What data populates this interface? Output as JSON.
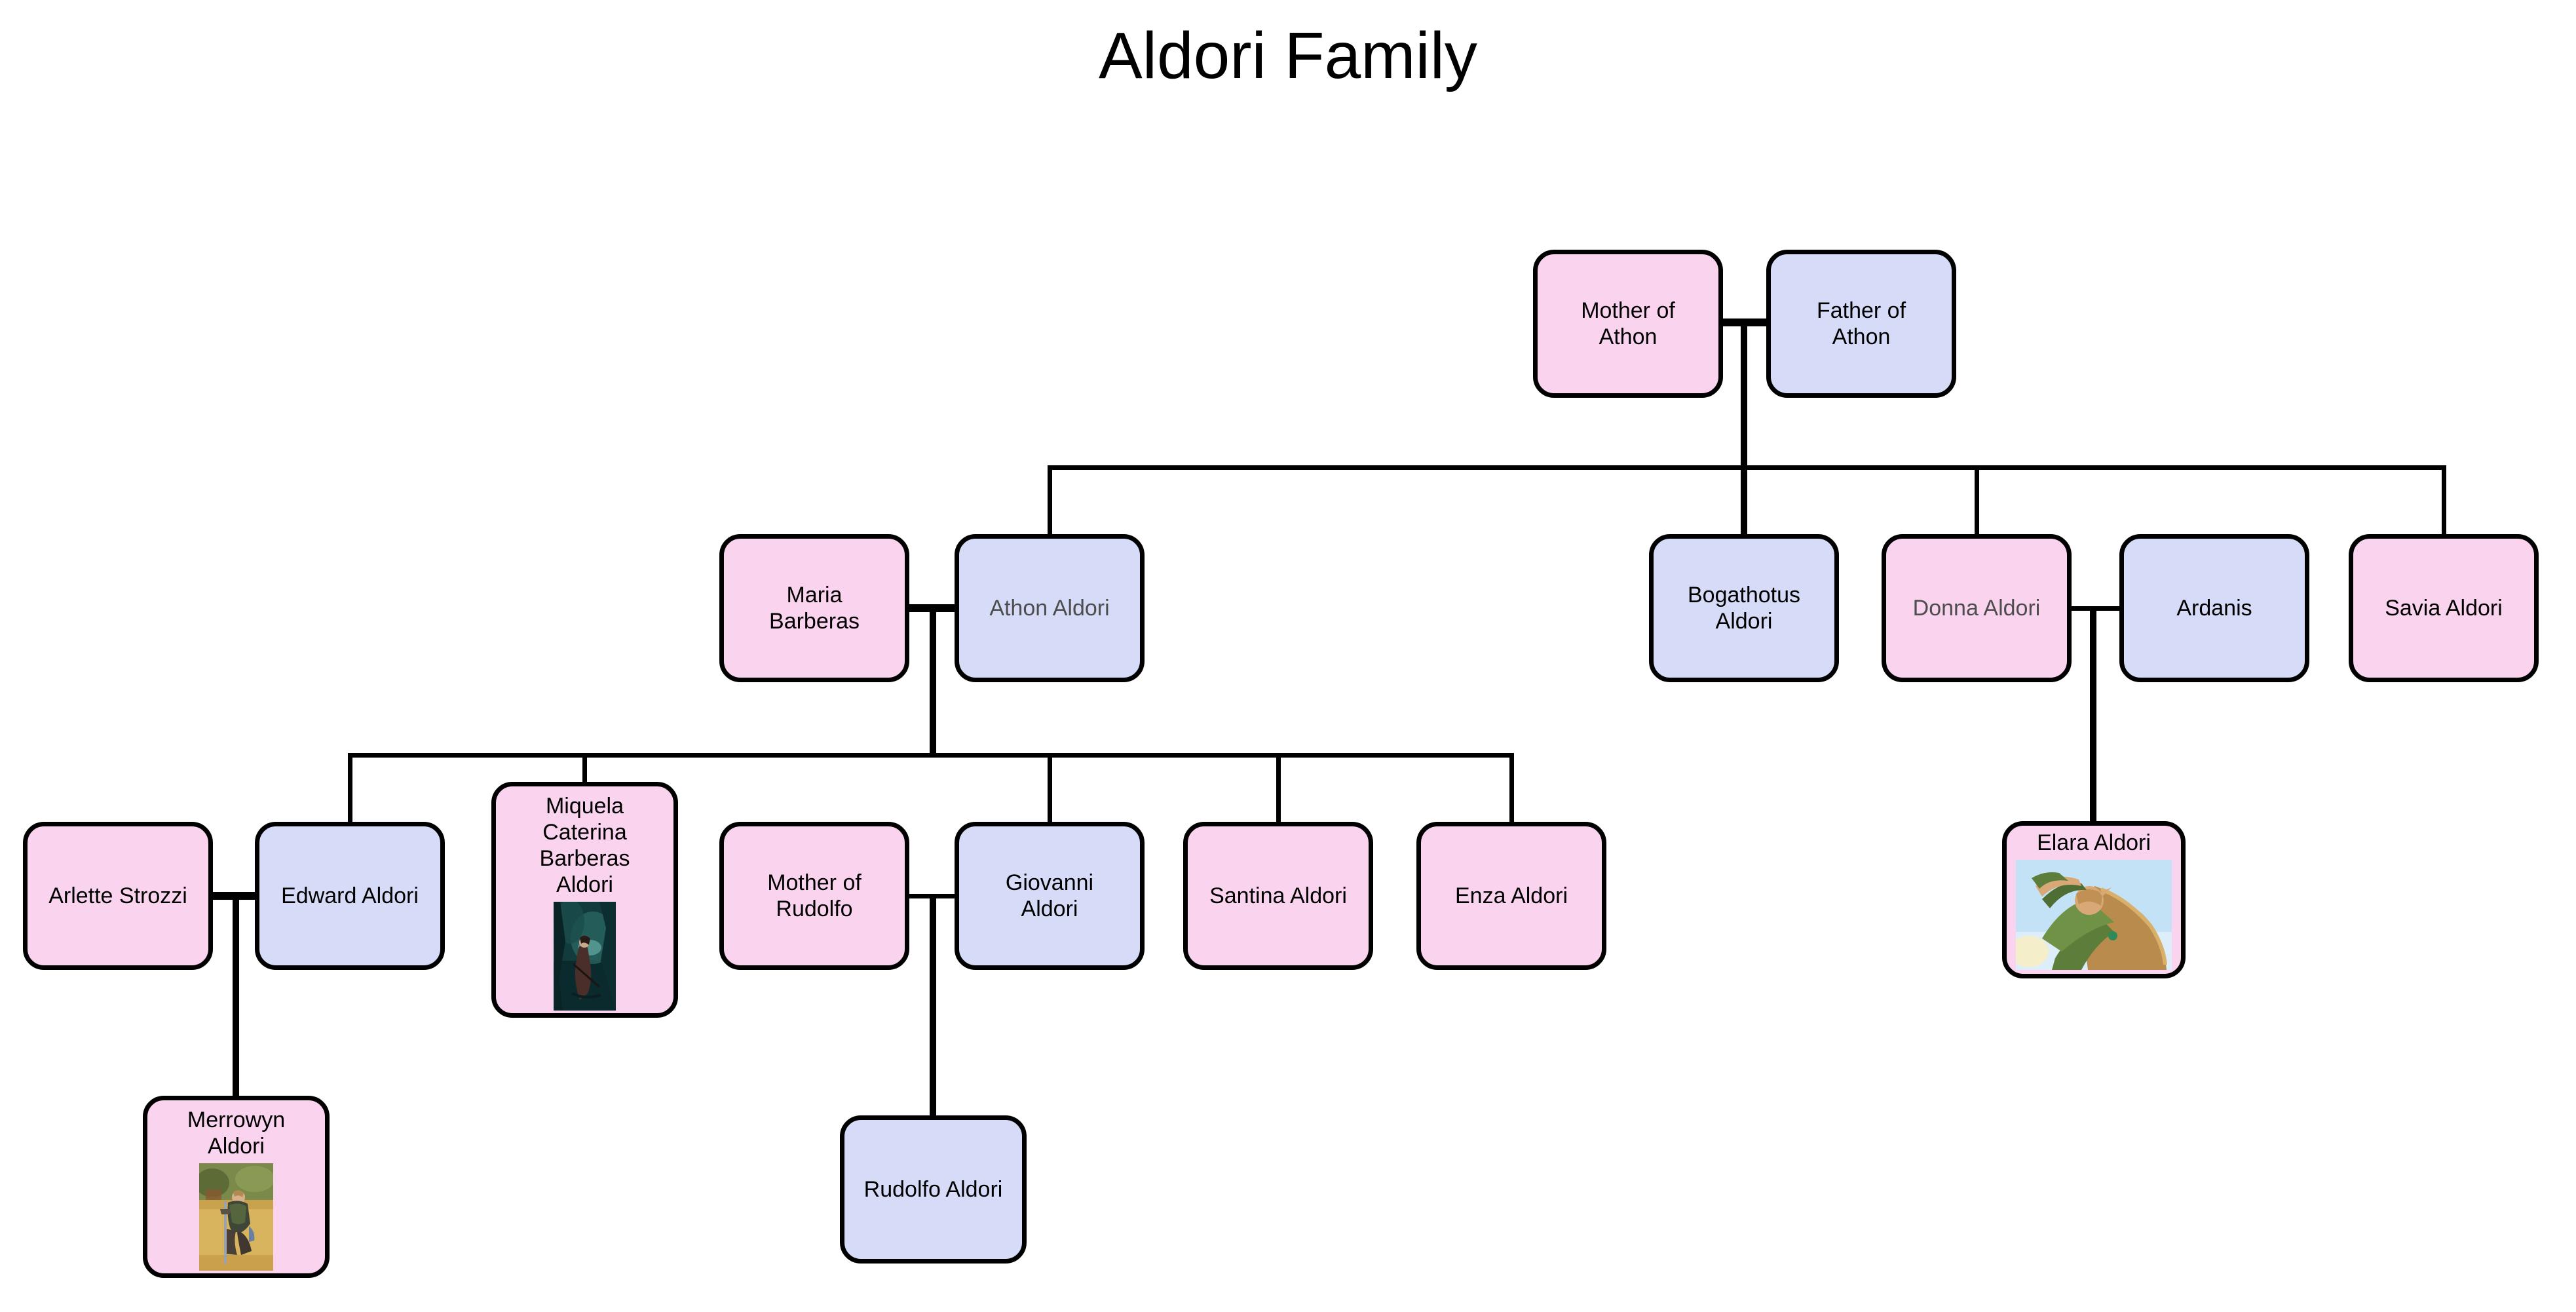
{
  "title": "Aldori Family",
  "legend": {
    "female_box_color": "#fad4ee",
    "male_box_color": "#d6dcf8",
    "border_color": "#000000",
    "default_name_color": "#000000",
    "dimmed_name_color": "#4d4d4d"
  },
  "people": [
    {
      "name": "Mother of\nAthon",
      "fill": "pink",
      "name_color": "black"
    },
    {
      "name": "Father of\nAthon",
      "fill": "blue",
      "name_color": "black"
    },
    {
      "name": "Maria\nBarberas",
      "fill": "pink",
      "name_color": "black"
    },
    {
      "name": "Athon Aldori",
      "fill": "blue",
      "name_color": "gray"
    },
    {
      "name": "Bogathotus\nAldori",
      "fill": "blue",
      "name_color": "black"
    },
    {
      "name": "Donna Aldori",
      "fill": "pink",
      "name_color": "gray"
    },
    {
      "name": "Ardanis",
      "fill": "blue",
      "name_color": "black"
    },
    {
      "name": "Savia Aldori",
      "fill": "pink",
      "name_color": "black"
    },
    {
      "name": "Arlette Strozzi",
      "fill": "pink",
      "name_color": "black"
    },
    {
      "name": "Edward Aldori",
      "fill": "blue",
      "name_color": "black"
    },
    {
      "name": "Miquela\nCaterina\nBarberas\nAldori",
      "fill": "pink",
      "name_color": "black",
      "portrait": "archer-in-dark-forest-artwork"
    },
    {
      "name": "Mother of\nRudolfo",
      "fill": "pink",
      "name_color": "black"
    },
    {
      "name": "Giovanni\nAldori",
      "fill": "blue",
      "name_color": "black"
    },
    {
      "name": "Santina Aldori",
      "fill": "pink",
      "name_color": "black"
    },
    {
      "name": "Enza Aldori",
      "fill": "pink",
      "name_color": "black"
    },
    {
      "name": "Elara Aldori",
      "fill": "pink",
      "name_color": "black",
      "portrait": "elf-woman-green-cloak-artwork"
    },
    {
      "name": "Merrowyn\nAldori",
      "fill": "pink",
      "name_color": "black",
      "portrait": "kneeling-knight-with-sword-photo"
    },
    {
      "name": "Rudolfo Aldori",
      "fill": "blue",
      "name_color": "black"
    }
  ]
}
